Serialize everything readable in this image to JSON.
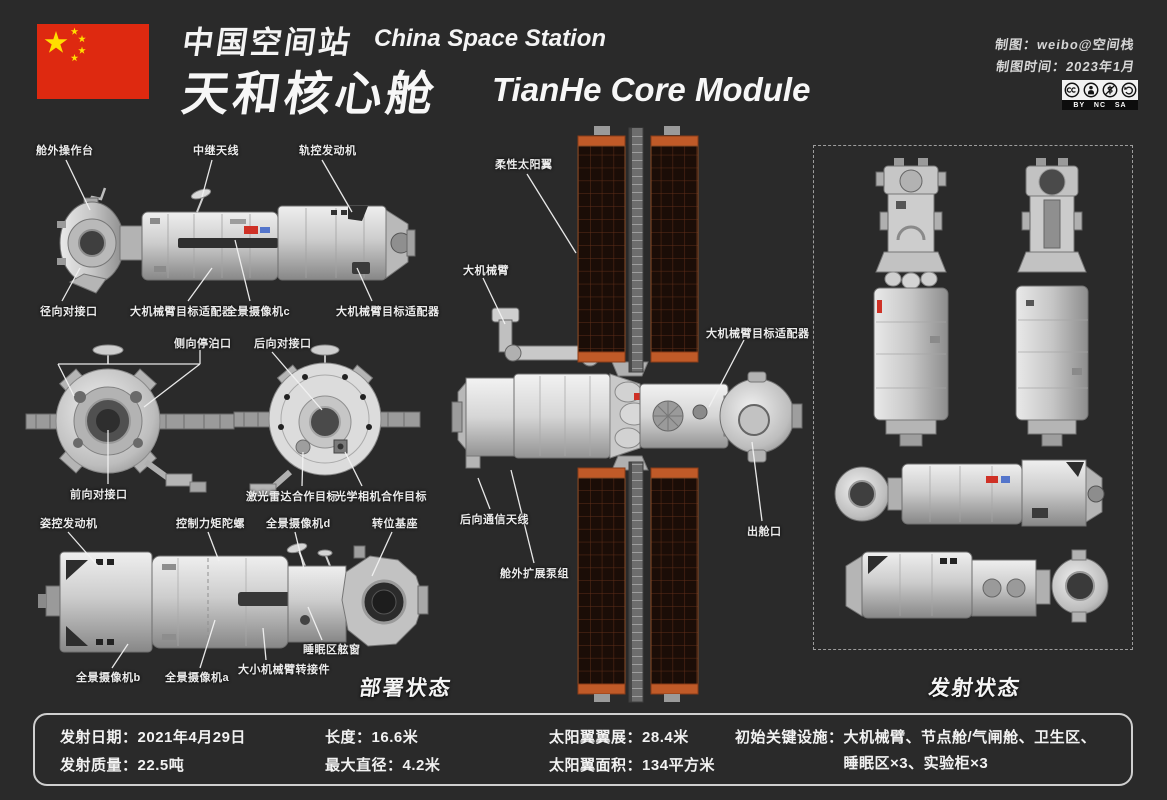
{
  "header": {
    "title_zh": "中国空间站",
    "title_en": "China Space Station",
    "subtitle_zh": "天和核心舱",
    "subtitle_en": "TianHe Core Module",
    "credit_author": "制图：weibo@空间栈",
    "credit_date": "制图时间：2023年1月",
    "license_text_by": "BY",
    "license_text_nc": "NC",
    "license_text_sa": "SA"
  },
  "captions": {
    "deployed": "部署状态",
    "launch": "发射状态"
  },
  "labels": [
    {
      "id": "ext-console",
      "text": "舱外操作台"
    },
    {
      "id": "relay-antenna",
      "text": "中继天线"
    },
    {
      "id": "orbit-engine",
      "text": "轨控发动机"
    },
    {
      "id": "radial-docking-port",
      "text": "径向对接口"
    },
    {
      "id": "arm-target-adapter-a",
      "text": "大机械臂目标适配器"
    },
    {
      "id": "pano-camera-c",
      "text": "全景摄像机c"
    },
    {
      "id": "arm-target-adapter-b",
      "text": "大机械臂目标适配器"
    },
    {
      "id": "lateral-berthing-port",
      "text": "侧向停泊口"
    },
    {
      "id": "aft-docking-port",
      "text": "后向对接口"
    },
    {
      "id": "forward-docking-port",
      "text": "前向对接口"
    },
    {
      "id": "lidar-coop-target",
      "text": "激光雷达合作目标"
    },
    {
      "id": "optical-camera-coop-target",
      "text": "光学相机合作目标"
    },
    {
      "id": "attitude-engine",
      "text": "姿控发动机"
    },
    {
      "id": "control-moment-gyro",
      "text": "控制力矩陀螺"
    },
    {
      "id": "pano-camera-d",
      "text": "全景摄像机d"
    },
    {
      "id": "indexing-base",
      "text": "转位基座"
    },
    {
      "id": "pano-camera-b",
      "text": "全景摄像机b"
    },
    {
      "id": "pano-camera-a",
      "text": "全景摄像机a"
    },
    {
      "id": "arm-transfer-adapter",
      "text": "大小机械臂转接件"
    },
    {
      "id": "sleep-area-window",
      "text": "睡眠区舷窗"
    },
    {
      "id": "flexible-solar-wing",
      "text": "柔性太阳翼"
    },
    {
      "id": "large-robotic-arm",
      "text": "大机械臂"
    },
    {
      "id": "arm-target-adapter-c",
      "text": "大机械臂目标适配器"
    },
    {
      "id": "aft-comm-antenna",
      "text": "后向通信天线"
    },
    {
      "id": "ext-expansion-pump",
      "text": "舱外扩展泵组"
    },
    {
      "id": "egress-hatch",
      "text": "出舱口"
    }
  ],
  "stats": {
    "columns": [
      {
        "rows": [
          {
            "label": "发射日期：",
            "value": "2021年4月29日"
          },
          {
            "label": "发射质量：",
            "value": "22.5吨"
          }
        ]
      },
      {
        "rows": [
          {
            "label": "长度：",
            "value": "16.6米"
          },
          {
            "label": "最大直径：",
            "value": "4.2米"
          }
        ]
      },
      {
        "rows": [
          {
            "label": "太阳翼翼展：",
            "value": "28.4米"
          },
          {
            "label": "太阳翼面积：",
            "value": "134平方米"
          }
        ]
      },
      {
        "rows": [
          {
            "label": "初始关键设施：",
            "value": "大机械臂、节点舱/气闸舱、卫生区、睡眠区×3、实验柜×3"
          }
        ]
      }
    ]
  },
  "colors": {
    "background": "#2a2a2a",
    "flag_red": "#de2910",
    "star_yellow": "#ffde00",
    "solar_frame_orange": "#c05a28",
    "solar_cell_dark": "#1b0d07",
    "module_gray": "#c9c9c9",
    "text_white": "#f2f2f2"
  }
}
